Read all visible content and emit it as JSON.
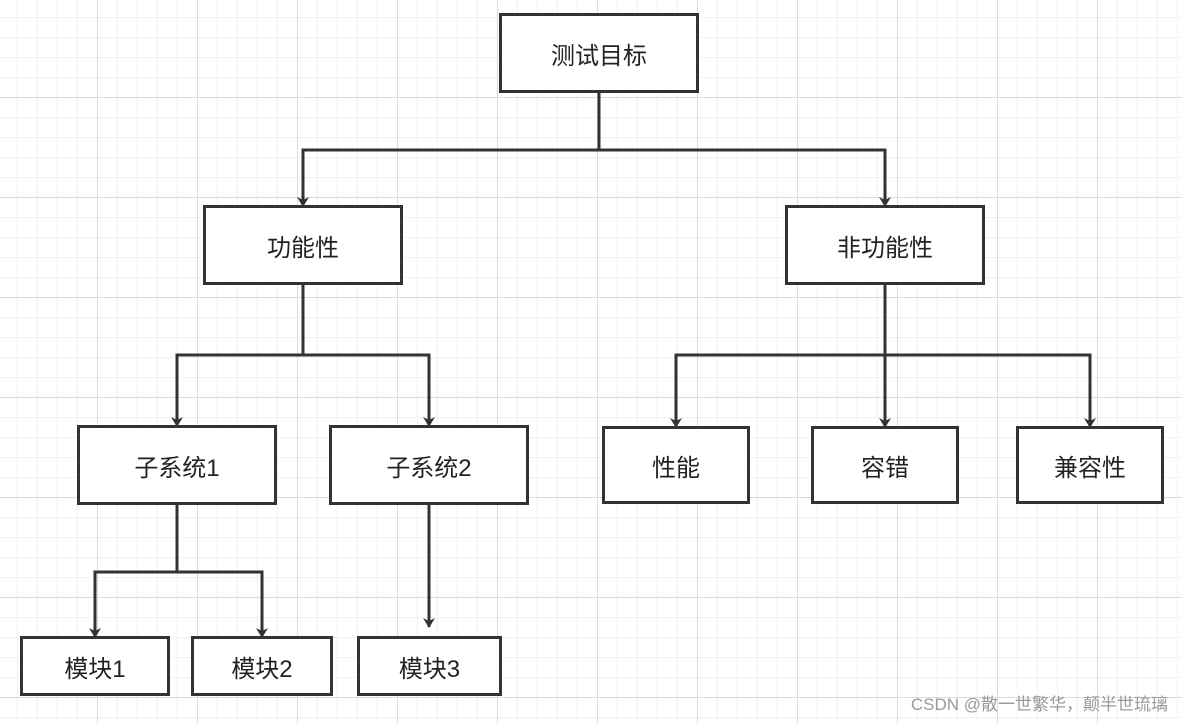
{
  "diagram": {
    "nodes": {
      "root": "测试目标",
      "functional": "功能性",
      "non_functional": "非功能性",
      "subsystem1": "子系统1",
      "subsystem2": "子系统2",
      "performance": "性能",
      "fault_tolerance": "容错",
      "compatibility": "兼容性",
      "module1": "模块1",
      "module2": "模块2",
      "module3": "模块3"
    },
    "edges": [
      [
        "root",
        "functional"
      ],
      [
        "root",
        "non_functional"
      ],
      [
        "functional",
        "subsystem1"
      ],
      [
        "functional",
        "subsystem2"
      ],
      [
        "non_functional",
        "performance"
      ],
      [
        "non_functional",
        "fault_tolerance"
      ],
      [
        "non_functional",
        "compatibility"
      ],
      [
        "subsystem1",
        "module1"
      ],
      [
        "subsystem1",
        "module2"
      ],
      [
        "subsystem2",
        "module3"
      ]
    ],
    "colors": {
      "line": "#333333",
      "box_border": "#333333",
      "grid": "#dcdcdc"
    }
  },
  "watermark": "CSDN @散一世繁华，颠半世琉璃"
}
